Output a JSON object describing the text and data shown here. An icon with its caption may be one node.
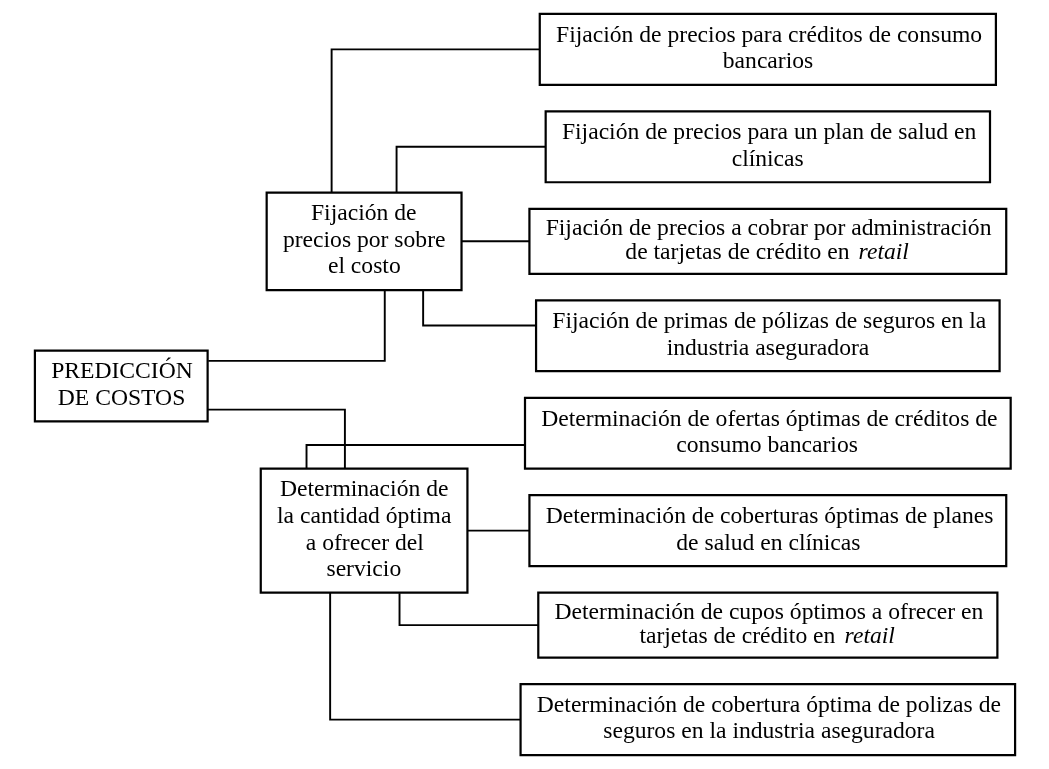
{
  "diagram": {
    "nodes": [
      {
        "text": [
          "PREDICCIÓN DE COSTOS"
        ]
      },
      {
        "text": [
          "Fijación de precios por sobre el costo"
        ]
      },
      {
        "text": [
          "Fijación de precios para créditos de consumo bancarios"
        ]
      },
      {
        "text": [
          "Fijación de precios para un plan de salud en clínicas"
        ]
      },
      {
        "text": [
          "Fijación de precios a cobrar por administración de tarjetas de crédito en *retail*"
        ]
      },
      {
        "text": [
          "Fijación de primas de pólizas de seguros en la industria aseguradora"
        ]
      },
      {
        "text": [
          "Determinación de la cantidad óptima a ofrecer del servicio"
        ]
      },
      {
        "text": [
          "Determinación de ofertas óptimas de créditos de consumo bancarios"
        ]
      },
      {
        "text": [
          "Determinación de coberturas óptimas de planes de salud en clínicas"
        ]
      },
      {
        "text": [
          "Determinación de cupos óptimos a ofrecer en tarjetas de crédito en *retail*"
        ]
      },
      {
        "text": [
          "Determinación de cobertura óptima de polizas de seguros en la industria aseguradora"
        ]
      }
    ],
    "edges": [
      {
        "from": 0,
        "to": 1,
        "arrow": "none"
      },
      {
        "from": 0,
        "to": 6,
        "arrow": "none"
      },
      {
        "from": 1,
        "to": 2,
        "arrow": "none"
      },
      {
        "from": 1,
        "to": 3,
        "arrow": "none"
      },
      {
        "from": 1,
        "to": 4,
        "arrow": "none"
      },
      {
        "from": 1,
        "to": 5,
        "arrow": "none"
      },
      {
        "from": 6,
        "to": 7,
        "arrow": "none"
      },
      {
        "from": 6,
        "to": 8,
        "arrow": "none"
      },
      {
        "from": 6,
        "to": 9,
        "arrow": "none"
      },
      {
        "from": 6,
        "to": 10,
        "arrow": "none"
      }
    ]
  }
}
